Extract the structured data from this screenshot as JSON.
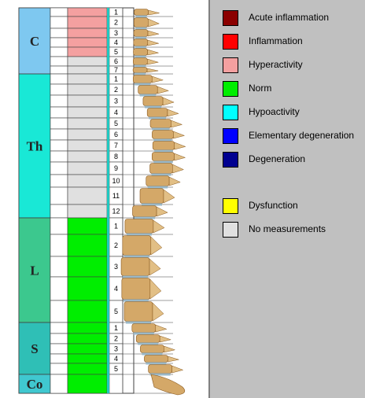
{
  "segments": [
    {
      "letter": "C",
      "color": "#7ec8f0",
      "vertebrae": [
        {
          "num": "1",
          "status": "Hyperactivity"
        },
        {
          "num": "2",
          "status": "Hyperactivity"
        },
        {
          "num": "3",
          "status": "Hyperactivity"
        },
        {
          "num": "4",
          "status": "Hyperactivity"
        },
        {
          "num": "5",
          "status": "Hyperactivity"
        },
        {
          "num": "6",
          "status": "No measurements"
        },
        {
          "num": "7",
          "status": "No measurements"
        }
      ]
    },
    {
      "letter": "Th",
      "color": "#19e8d6",
      "vertebrae": [
        {
          "num": "1",
          "status": "No measurements"
        },
        {
          "num": "2",
          "status": "No measurements"
        },
        {
          "num": "3",
          "status": "No measurements"
        },
        {
          "num": "4",
          "status": "No measurements"
        },
        {
          "num": "5",
          "status": "No measurements"
        },
        {
          "num": "6",
          "status": "No measurements"
        },
        {
          "num": "7",
          "status": "No measurements"
        },
        {
          "num": "8",
          "status": "No measurements"
        },
        {
          "num": "9",
          "status": "No measurements"
        },
        {
          "num": "10",
          "status": "No measurements"
        },
        {
          "num": "11",
          "status": "No measurements"
        },
        {
          "num": "12",
          "status": "No measurements"
        }
      ]
    },
    {
      "letter": "L",
      "color": "#3cc88e",
      "vertebrae": [
        {
          "num": "1",
          "status": "Norm"
        },
        {
          "num": "2",
          "status": "Norm"
        },
        {
          "num": "3",
          "status": "Norm"
        },
        {
          "num": "4",
          "status": "Norm"
        },
        {
          "num": "5",
          "status": "Norm"
        }
      ]
    },
    {
      "letter": "S",
      "color": "#2fbfb6",
      "vertebrae": [
        {
          "num": "1",
          "status": "Norm"
        },
        {
          "num": "2",
          "status": "Norm"
        },
        {
          "num": "3",
          "status": "Norm"
        },
        {
          "num": "4",
          "status": "Norm"
        },
        {
          "num": "5",
          "status": "Norm"
        }
      ]
    },
    {
      "letter": "Co",
      "color": "#40c8d0",
      "vertebrae": [
        {
          "num": "",
          "status": "Norm"
        }
      ]
    }
  ],
  "legend": [
    {
      "label": "Acute inflammation",
      "color": "#8b0000"
    },
    {
      "label": "Inflammation",
      "color": "#ff0000"
    },
    {
      "label": "Hyperactivity",
      "color": "#f4a0a0"
    },
    {
      "label": "Norm",
      "color": "#00ee00"
    },
    {
      "label": "Hypoactivity",
      "color": "#00ffff"
    },
    {
      "label": "Elementary degeneration",
      "color": "#0000ff"
    },
    {
      "label": "Degeneration",
      "color": "#000090"
    },
    {
      "label": "Dysfunction",
      "color": "#ffff00"
    },
    {
      "label": "No measurements",
      "color": "#e0e0e0"
    }
  ],
  "spine_image": {
    "icon": "spine-illustration",
    "bone": "#d4a868",
    "disc": "#9ab8c8"
  }
}
